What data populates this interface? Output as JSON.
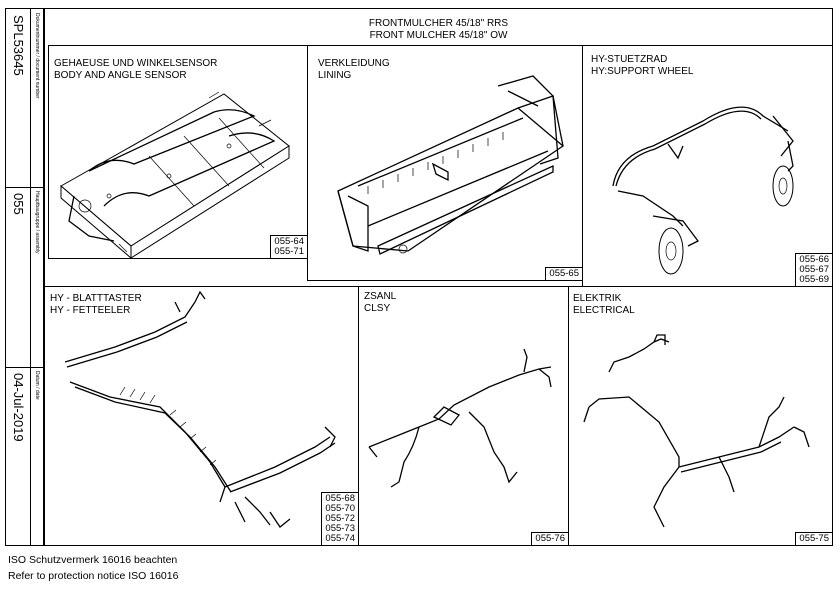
{
  "sidebar": {
    "doc_label": "Dokumentnummer / document number",
    "doc_number": "SPL53645",
    "assembly_label": "Hauptbaugruppe / assembly",
    "assembly_number": "055",
    "date_label": "Datum / date",
    "date_value": "04-Jul-2019"
  },
  "header": {
    "title_line1": "FRONTMULCHER 45/18\" RRS",
    "title_line2": "FRONT MULCHER 45/18\" OW"
  },
  "panels": [
    {
      "title_line1": "GEHAEUSE UND WINKELSENSOR",
      "title_line2": "BODY AND ANGLE SENSOR",
      "codes": [
        "055-64",
        "055-71"
      ],
      "icon": "mulcher-body-drawing"
    },
    {
      "title_line1": "VERKLEIDUNG",
      "title_line2": "LINING",
      "codes": [
        "055-65"
      ],
      "icon": "lining-frame-drawing"
    },
    {
      "title_line1": "HY-STUETZRAD",
      "title_line2": "HY:SUPPORT WHEEL",
      "codes": [
        "055-66",
        "055-67",
        "055-69"
      ],
      "icon": "support-wheel-drawing"
    },
    {
      "title_line1": "HY - BLATTTASTER",
      "title_line2": "HY - FETTEELER",
      "codes": [
        "055-68",
        "055-70",
        "055-72",
        "055-73",
        "055-74"
      ],
      "icon": "hydraulic-hoses-drawing"
    },
    {
      "title_line1": "ZSANL",
      "title_line2": "CLSY",
      "codes": [
        "055-76"
      ],
      "icon": "central-lubrication-drawing"
    },
    {
      "title_line1": "ELEKTRIK",
      "title_line2": "ELECTRICAL",
      "codes": [
        "055-75"
      ],
      "icon": "electrical-harness-drawing"
    }
  ],
  "footer": {
    "line1": "ISO Schutzvermerk 16016 beachten",
    "line2": "Refer to protection notice ISO 16016"
  }
}
